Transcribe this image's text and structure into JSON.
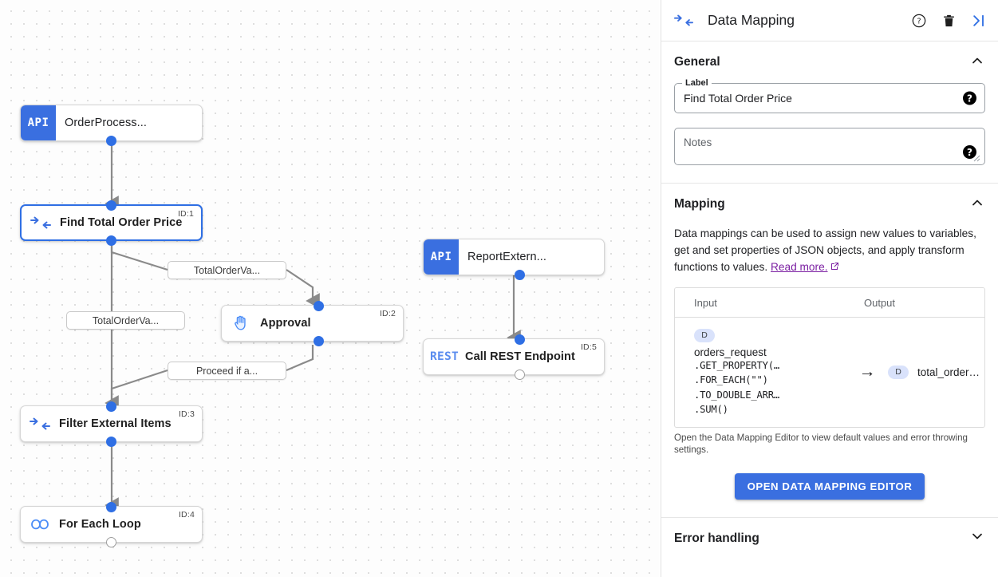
{
  "panel": {
    "title": "Data Mapping",
    "header_icons": [
      {
        "name": "data-mapping-icon"
      },
      {
        "name": "help-circle-icon"
      },
      {
        "name": "trash-icon"
      },
      {
        "name": "collapse-panel-icon"
      }
    ],
    "general": {
      "title": "General",
      "collapse_state": "expanded",
      "label_field": {
        "legend": "Label",
        "value": "Find Total Order Price"
      },
      "notes_field": {
        "placeholder": "Notes",
        "value": ""
      }
    },
    "mapping": {
      "title": "Mapping",
      "collapse_state": "expanded",
      "description_pre": "Data mappings can be used to assign new values to variables, get and set properties of JSON objects, and apply transform functions to values.",
      "description_link": "Read more.",
      "table": {
        "columns": [
          "Input",
          "Output"
        ],
        "rows": [
          {
            "input_badge": "D",
            "input_variable": "orders_request",
            "input_functions": [
              ".GET_PROPERTY(…",
              ".FOR_EACH(\"\")",
              ".TO_DOUBLE_ARR…",
              ".SUM()"
            ],
            "arrow": "→",
            "output_badge": "D",
            "output_variable": "total_order…"
          }
        ]
      },
      "footnote": "Open the Data Mapping Editor to view default values and error throwing settings.",
      "button_label": "OPEN DATA MAPPING EDITOR"
    },
    "error_handling": {
      "title": "Error handling",
      "collapse_state": "collapsed"
    }
  },
  "canvas": {
    "nodes": [
      {
        "name": "OrderProcess...",
        "icon": "api-badge",
        "badge_text": "API",
        "id_tag": "",
        "selected": false
      },
      {
        "name": "Find Total Order Price",
        "icon": "data-mapping-icon",
        "badge_text": "",
        "id_tag": "ID:1",
        "selected": true
      },
      {
        "name": "Approval",
        "icon": "hand-icon",
        "badge_text": "",
        "id_tag": "ID:2",
        "selected": false
      },
      {
        "name": "Filter External Items",
        "icon": "data-mapping-icon",
        "badge_text": "",
        "id_tag": "ID:3",
        "selected": false
      },
      {
        "name": "For Each Loop",
        "icon": "loop-icon",
        "badge_text": "",
        "id_tag": "ID:4",
        "selected": false
      },
      {
        "name": "ReportExtern...",
        "icon": "api-badge",
        "badge_text": "API",
        "id_tag": "",
        "selected": false
      },
      {
        "name": "Call REST Endpoint",
        "icon": "rest-badge",
        "badge_text": "REST",
        "id_tag": "ID:5",
        "selected": false
      }
    ],
    "edge_labels": [
      "TotalOrderVa...",
      "TotalOrderVa...",
      "Proceed if a..."
    ]
  },
  "colors": {
    "accent_blue": "#3a6fe0",
    "port_blue": "#2f6fe4",
    "link_purple": "#7b1fa2",
    "badge_lavender": "#d9e2fb",
    "rest_blue": "#5b8def"
  }
}
